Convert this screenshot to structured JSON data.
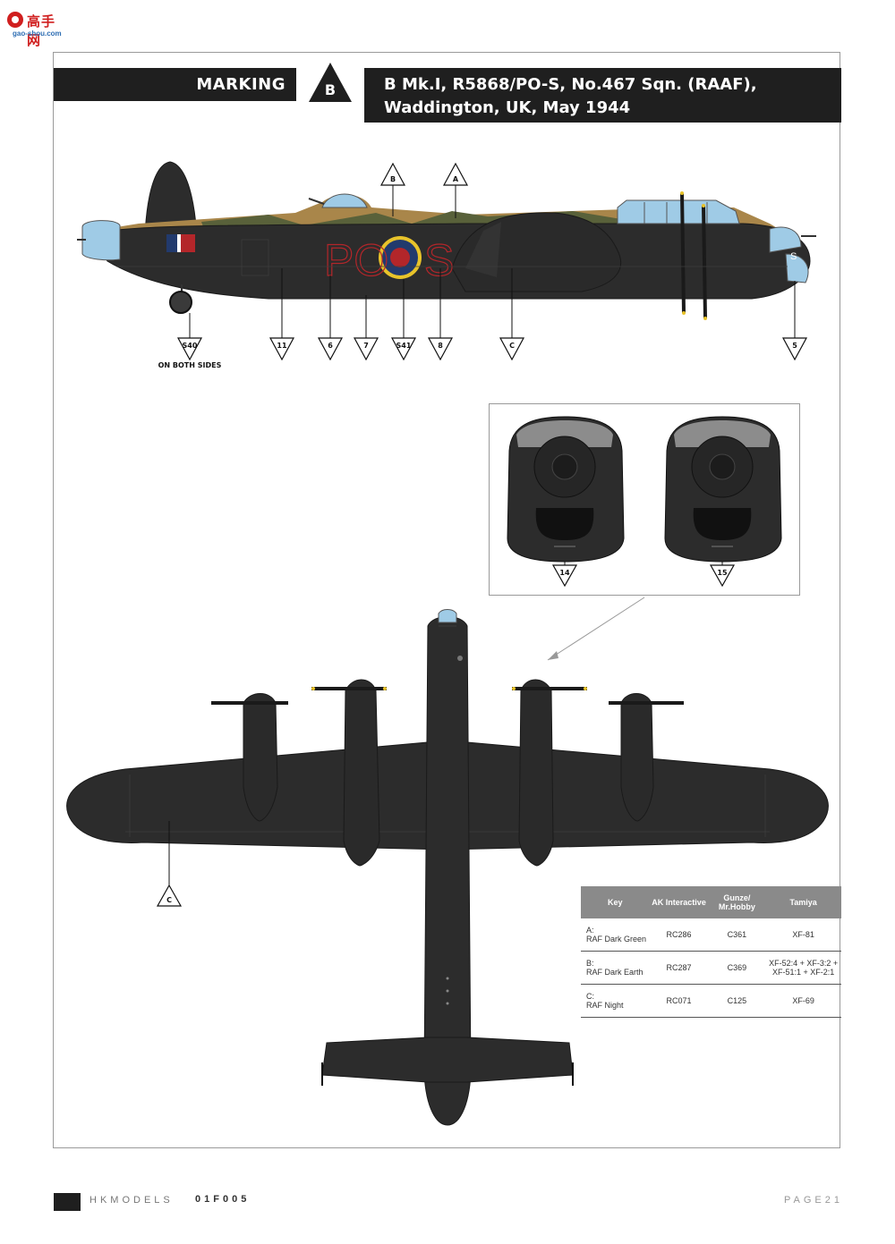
{
  "watermark": {
    "brand": "高手网",
    "url": "gao-shou.com"
  },
  "header": {
    "marking_label": "MARKING",
    "marking_letter": "B",
    "title": "B Mk.I, R5868/PO-S, No.467 Sqn. (RAAF), Waddington, UK, May 1944"
  },
  "side_view": {
    "fuselage_code": "PO S",
    "nose_letter": "S",
    "callouts_top": [
      "B",
      "A"
    ],
    "callouts_bottom": [
      "S40",
      "11",
      "6",
      "7",
      "S41",
      "8",
      "C",
      "5"
    ],
    "note": "ON BOTH SIDES"
  },
  "inset": {
    "callouts": [
      "14",
      "15"
    ]
  },
  "top_view": {
    "callouts": [
      "C"
    ]
  },
  "paint_table": {
    "headers": [
      "Key",
      "AK Interactive",
      "Gunze/ Mr.Hobby",
      "Tamiya"
    ],
    "rows": [
      {
        "key_code": "A:",
        "key_name": "RAF Dark Green",
        "ak": "RC286",
        "gunze": "C361",
        "tamiya": "XF-81"
      },
      {
        "key_code": "B:",
        "key_name": "RAF Dark Earth",
        "ak": "RC287",
        "gunze": "C369",
        "tamiya": "XF-52:4 + XF-3:2 + XF-51:1 + XF-2:1"
      },
      {
        "key_code": "C:",
        "key_name": "RAF Night",
        "ak": "RC071",
        "gunze": "C125",
        "tamiya": "XF-69"
      }
    ]
  },
  "footer": {
    "brand": "HKMODELS",
    "code": "01F005",
    "page": "PAGE21"
  },
  "colors": {
    "night": "#2c2c2c",
    "dark_earth": "#a9864a",
    "dark_green": "#59613a",
    "canopy": "#9fcbe6",
    "code_red": "#b3262a",
    "roundel_blue": "#223a6d",
    "roundel_yellow": "#e8c32a"
  }
}
